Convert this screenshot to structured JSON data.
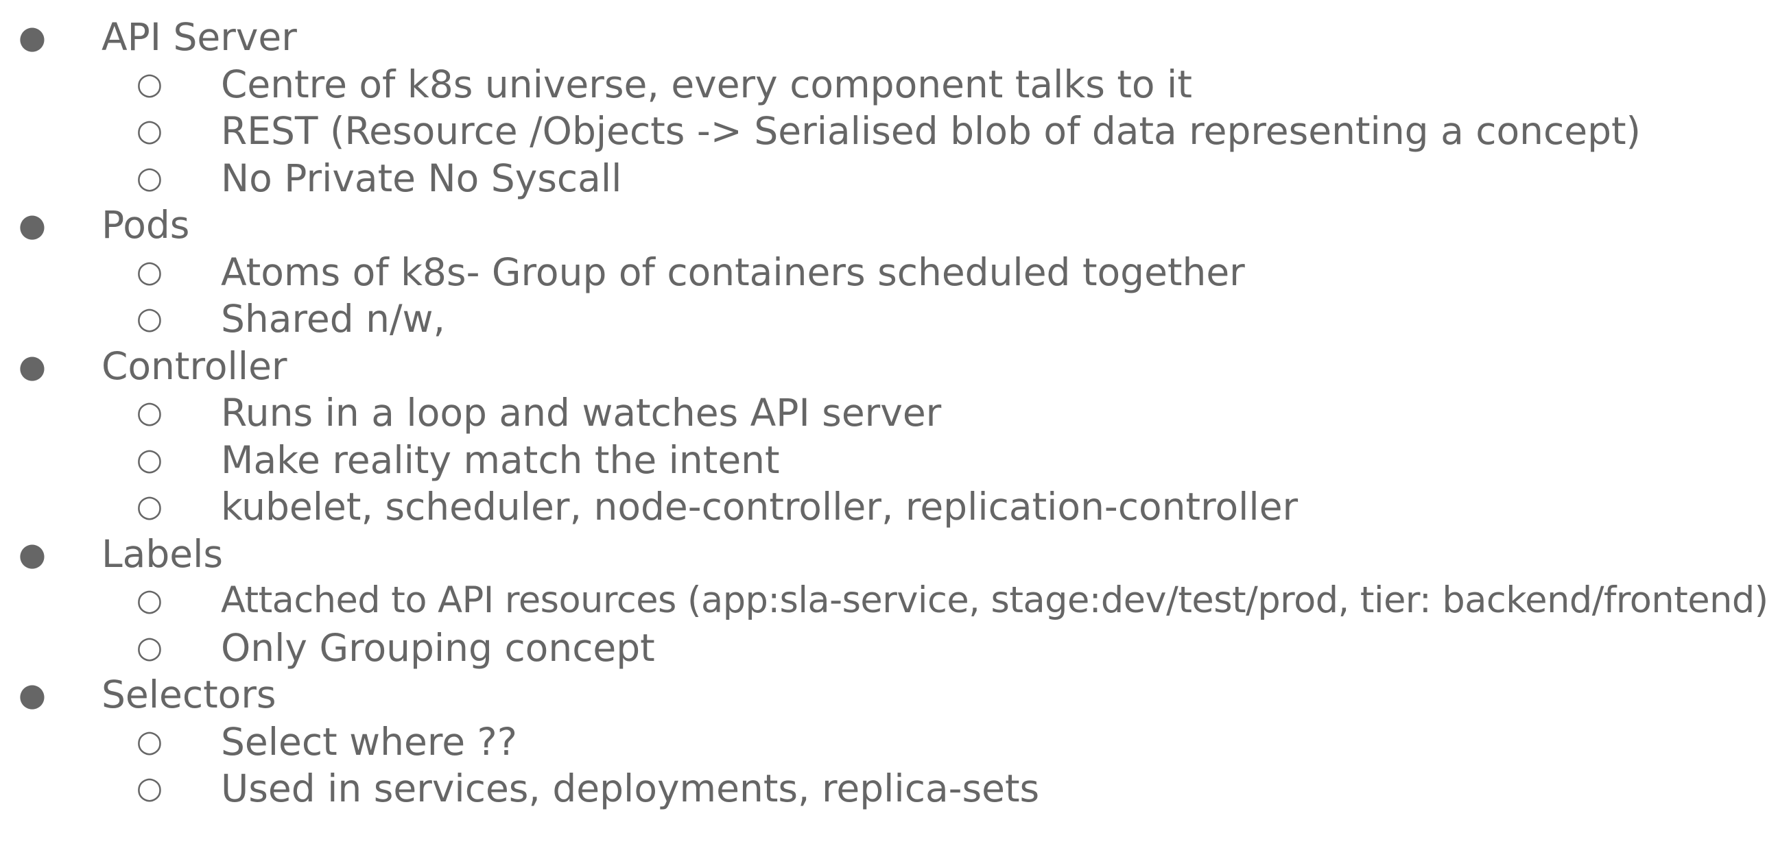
{
  "bullets": {
    "level1": "●",
    "level2": "○"
  },
  "outline": [
    {
      "label": "API Server",
      "children": [
        "Centre of k8s universe, every component talks to it",
        "REST (Resource /Objects -> Serialised blob of data representing a concept)",
        "No Private No Syscall"
      ]
    },
    {
      "label": "Pods",
      "children": [
        "Atoms of k8s- Group of containers scheduled together",
        "Shared n/w,"
      ]
    },
    {
      "label": "Controller",
      "children": [
        "Runs in a loop and watches API server",
        "Make reality match the intent",
        "kubelet, scheduler, node-controller, replication-controller"
      ]
    },
    {
      "label": "Labels",
      "children": [
        "Attached to API resources (app:sla-service, stage:dev/test/prod, tier: backend/frontend)",
        "Only Grouping concept"
      ]
    },
    {
      "label": "Selectors",
      "children": [
        "Select where ??",
        "Used in services, deployments, replica-sets"
      ]
    }
  ]
}
